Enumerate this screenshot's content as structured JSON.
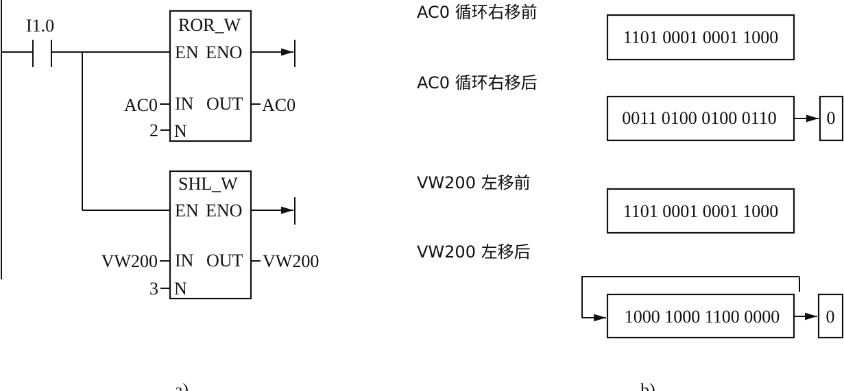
{
  "ladder": {
    "contact_label": "I1.0",
    "ror_block": {
      "title": "ROR_W",
      "en": "EN",
      "eno": "ENO",
      "in_pin": "IN",
      "out_pin": "OUT",
      "n_pin": "N",
      "in_operand": "AC0",
      "out_operand": "AC0",
      "n_operand": "2"
    },
    "shl_block": {
      "title": "SHL_W",
      "en": "EN",
      "eno": "ENO",
      "in_pin": "IN",
      "out_pin": "OUT",
      "n_pin": "N",
      "in_operand": "VW200",
      "out_operand": "VW200",
      "n_operand": "3"
    },
    "caption": "a)"
  },
  "states": {
    "ac0_before_label": "AC0 循环右移前",
    "ac0_before_value": "1101 0001 0001 1000",
    "ac0_after_label": "AC0 循环右移后",
    "ac0_after_value": "0011 0100 0100 0110",
    "ac0_after_flag": "0",
    "vw_before_label": "VW200 左移前",
    "vw_before_value": "1101 0001 0001 1000",
    "vw_after_label": "VW200 左移后",
    "vw_after_value": "1000 1000 1100 0000",
    "vw_after_flag": "0",
    "caption": "b)"
  }
}
